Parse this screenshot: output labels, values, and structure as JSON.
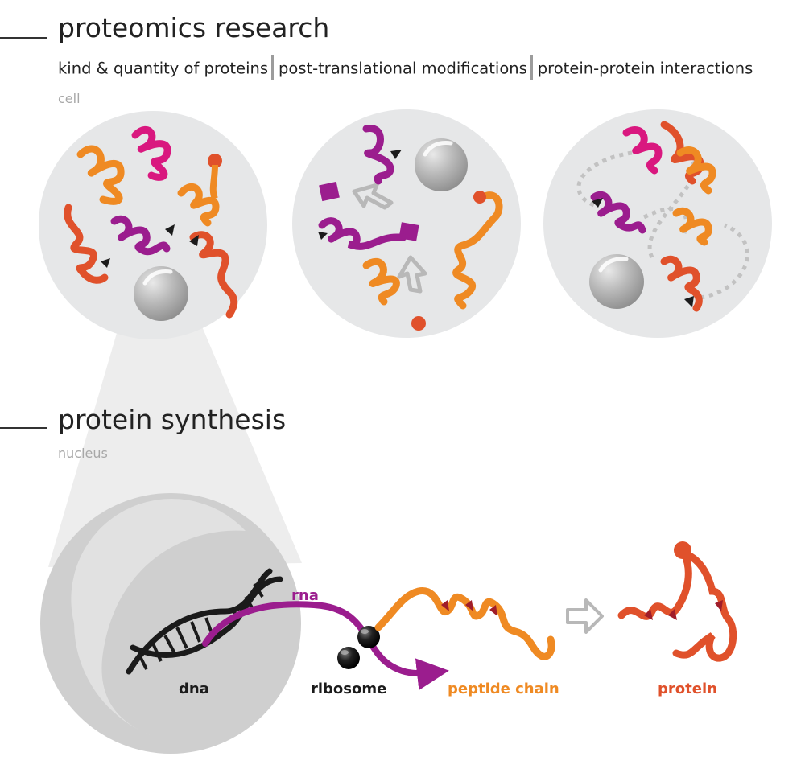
{
  "proteomics": {
    "title": "proteomics research",
    "categories": [
      "kind & quantity of proteins",
      "post-translational modifications",
      "protein-protein interactions"
    ],
    "sublabel": "cell"
  },
  "synthesis": {
    "title": "protein synthesis",
    "sublabel": "nucleus",
    "labels": {
      "rna": "rna",
      "dna": "dna",
      "ribosome": "ribosome",
      "peptide": "peptide chain",
      "protein": "protein"
    }
  },
  "colors": {
    "magenta": "#9b1d8e",
    "pink": "#d9187f",
    "orange": "#ef8a23",
    "red_orange": "#e0512b",
    "dark_red": "#a01d2a",
    "black": "#1b1b1b",
    "cell_gray": "#e6e7e8",
    "nucleus_gray": "#cfcfcf",
    "arrow_gray": "#b8b8b8"
  }
}
